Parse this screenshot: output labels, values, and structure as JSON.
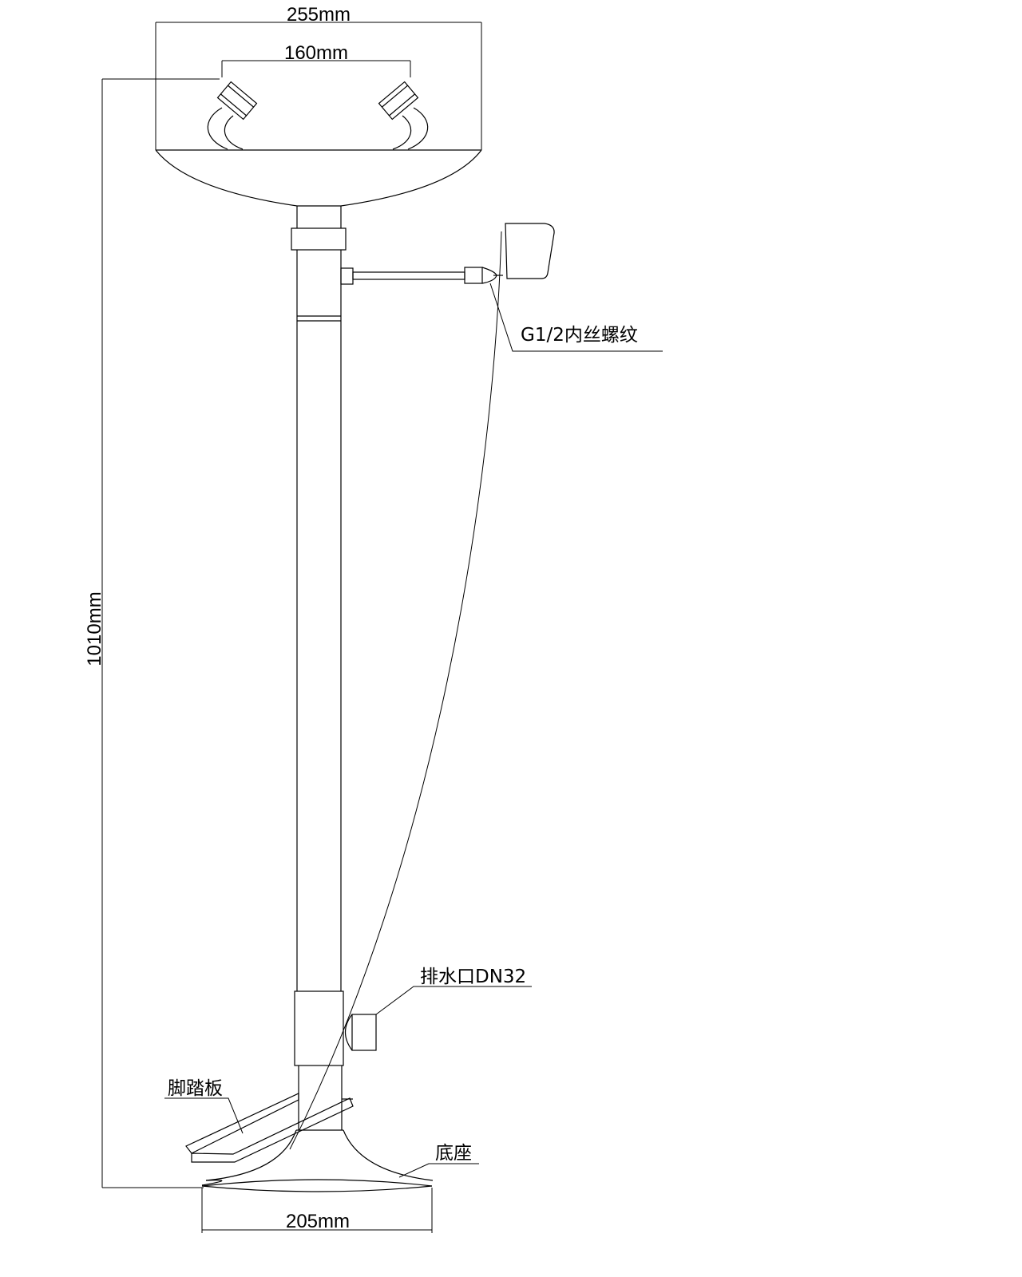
{
  "dimensions": {
    "top_width": "255mm",
    "nozzle_spacing": "160mm",
    "total_height": "1010mm",
    "base_width": "205mm"
  },
  "callouts": {
    "thread": "G1/2内丝螺纹",
    "drain": "排水口DN32",
    "pedal": "脚踏板",
    "base": "底座"
  }
}
